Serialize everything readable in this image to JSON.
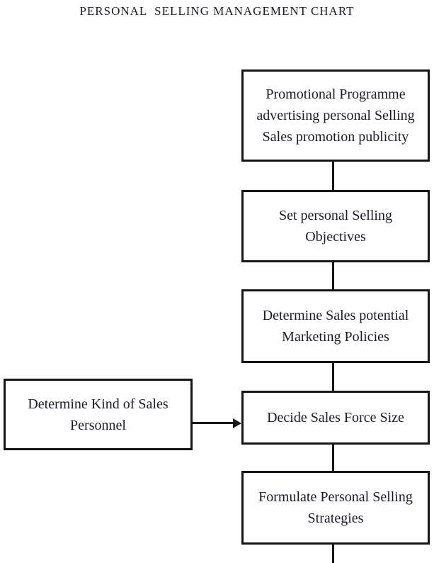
{
  "page": {
    "title": "PERSONAL  SELLING MANAGEMENT CHART"
  },
  "colors": {
    "ink": "#1b1b24",
    "border": "#161616",
    "background": "#ffffff"
  },
  "flowchart": {
    "main_column": [
      {
        "label": "Promotional Programme\nadvertising personal Selling\nSales promotion publicity"
      },
      {
        "label": "Set personal Selling\nObjectives"
      },
      {
        "label": "Determine Sales potential\nMarketing Policies"
      },
      {
        "label": "Decide Sales Force Size"
      },
      {
        "label": "Formulate Personal Selling\nStrategies"
      }
    ],
    "side_box": {
      "label": "Determine Kind of Sales\nPersonnel"
    }
  }
}
